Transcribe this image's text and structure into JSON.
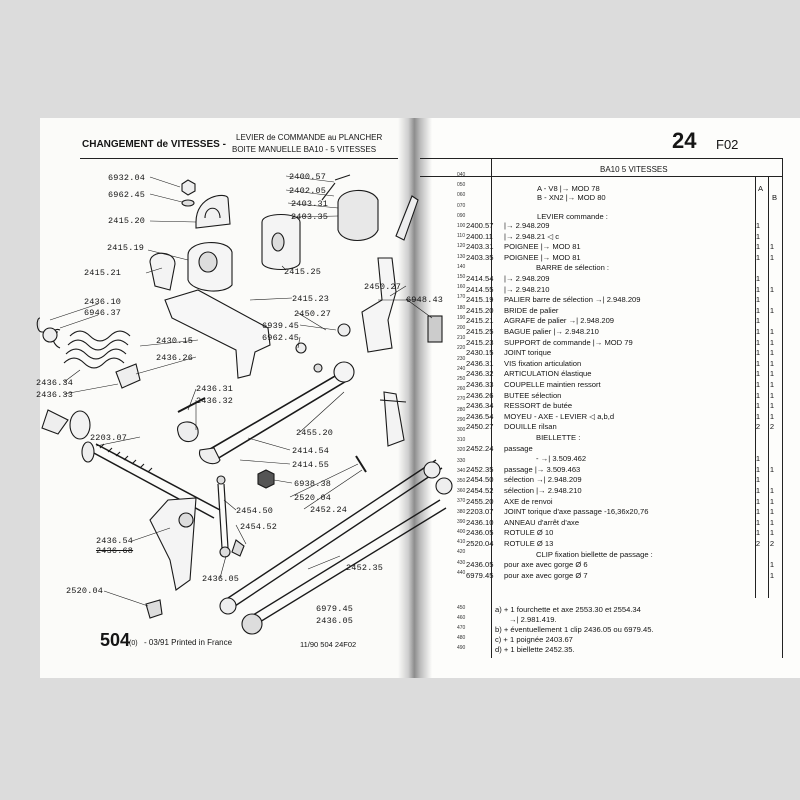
{
  "left": {
    "title": "CHANGEMENT de VITESSES -",
    "subtitle1": "LEVIER de COMMANDE au PLANCHER",
    "subtitle2": "BOITE MANUELLE BA10 - 5 VITESSES",
    "footer_page": "504",
    "footer_small": "(0)",
    "footer_print": "- 03/91 Printed in France",
    "footer_ref": "11/90  504  24F02",
    "labels": {
      "l6932_04": "6932.04",
      "l6962_45a": "6962.45",
      "l2415_20": "2415.20",
      "l2415_19": "2415.19",
      "l2415_21": "2415.21",
      "l2436_10": "2436.10",
      "l6946_37": "6946.37",
      "l2400_57": "2400.57",
      "l2402_05": "2402.05",
      "l2403_31": "2403.31",
      "l2403_35": "2403.35",
      "l2415_25": "2415.25",
      "l2450_27": "2450.27",
      "l6948_43": "6948.43",
      "l2415_23": "2415.23",
      "l2450_27b": "2450.27",
      "l6939_45": "6939.45",
      "l6962_45b": "6962.45",
      "l2430_15": "2430.15",
      "l2436_26": "2436.26",
      "l2436_34": "2436.34",
      "l2436_33": "2436.33",
      "l2436_31": "2436.31",
      "l2436_32": "2436.32",
      "l2203_07": "2203.07",
      "l2455_20": "2455.20",
      "l2414_54": "2414.54",
      "l2414_55": "2414.55",
      "l6938_38": "6938.38",
      "l2520_04a": "2520.04",
      "l2452_24": "2452.24",
      "l2454_50": "2454.50",
      "l2454_52": "2454.52",
      "l2436_54": "2436.54",
      "l2436_68": "2436.68",
      "l2436_05a": "2436.05",
      "l2452_35": "2452.35",
      "l2520_04b": "2520.04",
      "l6979_45": "6979.45",
      "l2436_05b": "2436.05"
    }
  },
  "right": {
    "page_num": "24",
    "section": "F02",
    "model": "BA10 5 VITESSES",
    "line_nums": [
      "040",
      "050",
      "060",
      "070",
      "090",
      "100",
      "110",
      "120",
      "130",
      "140",
      "150",
      "160",
      "170",
      "180",
      "190",
      "200",
      "210",
      "220",
      "230",
      "240",
      "250",
      "260",
      "270",
      "280",
      "290",
      "300",
      "310",
      "320",
      "330",
      "340",
      "350",
      "360",
      "370",
      "380",
      "390",
      "400",
      "410",
      "420",
      "430",
      "440"
    ],
    "col_a": "A",
    "col_b": "B",
    "variantA": "A - V8 |→ MOD 78",
    "variantB": "B - XN2 |→ MOD 80",
    "levier": "LEVIER commande :",
    "rows": [
      {
        "code": "2400.57",
        "desc": "|→ 2.948.209",
        "q1": "1",
        "q2": ""
      },
      {
        "code": "2400.11",
        "desc": "|→ 2.948.21   ◁ c",
        "q1": "1",
        "q2": ""
      },
      {
        "code": "2403.31",
        "desc": "POIGNEE |→ MOD 81",
        "q1": "1",
        "q2": "1"
      },
      {
        "code": "2403.35",
        "desc": "POIGNEE |→ MOD 81",
        "q1": "1",
        "q2": "1"
      },
      {
        "code": "",
        "desc": "BARRE de sélection :",
        "q1": "",
        "q2": ""
      },
      {
        "code": "2414.54",
        "desc": "|→ 2.948.209",
        "q1": "1",
        "q2": ""
      },
      {
        "code": "2414.55",
        "desc": "|→ 2.948.210",
        "q1": "1",
        "q2": "1"
      },
      {
        "code": "2415.19",
        "desc": "PALIER barre de sélection →| 2.948.209",
        "q1": "1",
        "q2": ""
      },
      {
        "code": "2415.20",
        "desc": "BRIDE de palier",
        "q1": "1",
        "q2": "1"
      },
      {
        "code": "2415.21",
        "desc": "AGRAFE de palier →| 2.948.209",
        "q1": "1",
        "q2": ""
      },
      {
        "code": "2415.25",
        "desc": "BAGUE palier |→ 2.948.210",
        "q1": "1",
        "q2": "1"
      },
      {
        "code": "2415.23",
        "desc": "SUPPORT de commande |→ MOD 79",
        "q1": "1",
        "q2": "1"
      },
      {
        "code": "2430.15",
        "desc": "JOINT torique",
        "q1": "1",
        "q2": "1"
      },
      {
        "code": "2436.31",
        "desc": "VIS fixation articulation",
        "q1": "1",
        "q2": "1"
      },
      {
        "code": "2436.32",
        "desc": "ARTICULATION élastique",
        "q1": "1",
        "q2": "1"
      },
      {
        "code": "2436.33",
        "desc": "COUPELLE maintien ressort",
        "q1": "1",
        "q2": "1"
      },
      {
        "code": "2436.26",
        "desc": "BUTEE sélection",
        "q1": "1",
        "q2": "1"
      },
      {
        "code": "2436.34",
        "desc": "RESSORT de butée",
        "q1": "1",
        "q2": "1"
      },
      {
        "code": "2436.54",
        "desc": "MOYEU - AXE - LEVIER ◁ a,b,d",
        "q1": "1",
        "q2": "1"
      },
      {
        "code": "2450.27",
        "desc": "DOUILLE rilsan",
        "q1": "2",
        "q2": "2"
      },
      {
        "code": "",
        "desc": "BIELLETTE :",
        "q1": "",
        "q2": ""
      },
      {
        "code": "2452.24",
        "desc": "passage",
        "q1": "",
        "q2": ""
      },
      {
        "code": "",
        "desc": "- →| 3.509.462",
        "q1": "1",
        "q2": ""
      },
      {
        "code": "2452.35",
        "desc": "passage |→ 3.509.463",
        "q1": "1",
        "q2": "1"
      },
      {
        "code": "2454.50",
        "desc": "sélection →| 2.948.209",
        "q1": "1",
        "q2": ""
      },
      {
        "code": "2454.52",
        "desc": "sélection |→ 2.948.210",
        "q1": "1",
        "q2": "1"
      },
      {
        "code": "2455.20",
        "desc": "AXE de renvoi",
        "q1": "1",
        "q2": "1"
      },
      {
        "code": "2203.07",
        "desc": "JOINT torique d'axe passage -16,36x20,76",
        "q1": "1",
        "q2": "1"
      },
      {
        "code": "2436.10",
        "desc": "ANNEAU d'arrêt d'axe",
        "q1": "1",
        "q2": "1"
      },
      {
        "code": "2436.05",
        "desc": "ROTULE Ø 10",
        "q1": "1",
        "q2": "1"
      },
      {
        "code": "2520.04",
        "desc": "ROTULE Ø 13",
        "q1": "2",
        "q2": "2"
      },
      {
        "code": "",
        "desc": "CLIP fixation biellette de passage :",
        "q1": "",
        "q2": ""
      },
      {
        "code": "2436.05",
        "desc": "pour axe avec gorge Ø 6",
        "q1": "",
        "q2": "1"
      },
      {
        "code": "6979.45",
        "desc": "pour axe avec gorge Ø 7",
        "q1": "",
        "q2": "1"
      }
    ],
    "foot_nums": [
      "450",
      "460",
      "470",
      "480",
      "490"
    ],
    "notes": [
      "a)  +  1 fourchette et axe 2553.30 et 2554.34",
      "→| 2.981.419.",
      "b)  +  éventuellement 1 clip 2436.05 ou 6979.45.",
      "c)  +  1 poignée 2403.67",
      "d)  +  1 biellette 2452.35."
    ]
  }
}
